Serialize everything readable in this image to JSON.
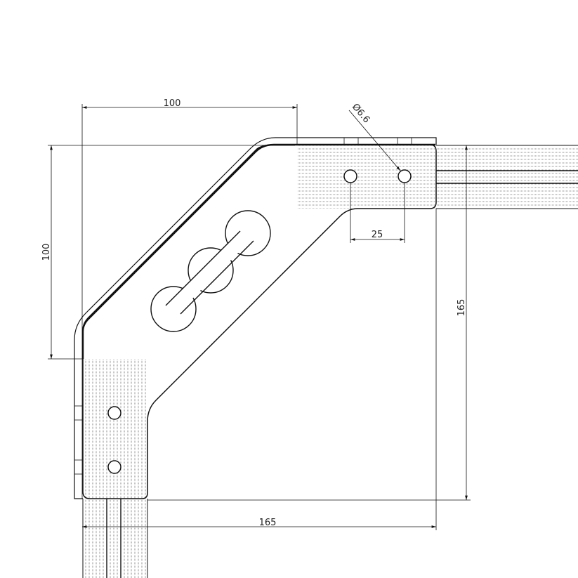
{
  "drawing": {
    "dimensions": {
      "top_width": "100",
      "left_height": "100",
      "right_height": "165",
      "bottom_width": "165",
      "hole_spacing": "25",
      "hole_diameter": "Ø6.6"
    },
    "colors": {
      "line": "#111111",
      "hatch": "#555555",
      "background": "#ffffff"
    }
  }
}
